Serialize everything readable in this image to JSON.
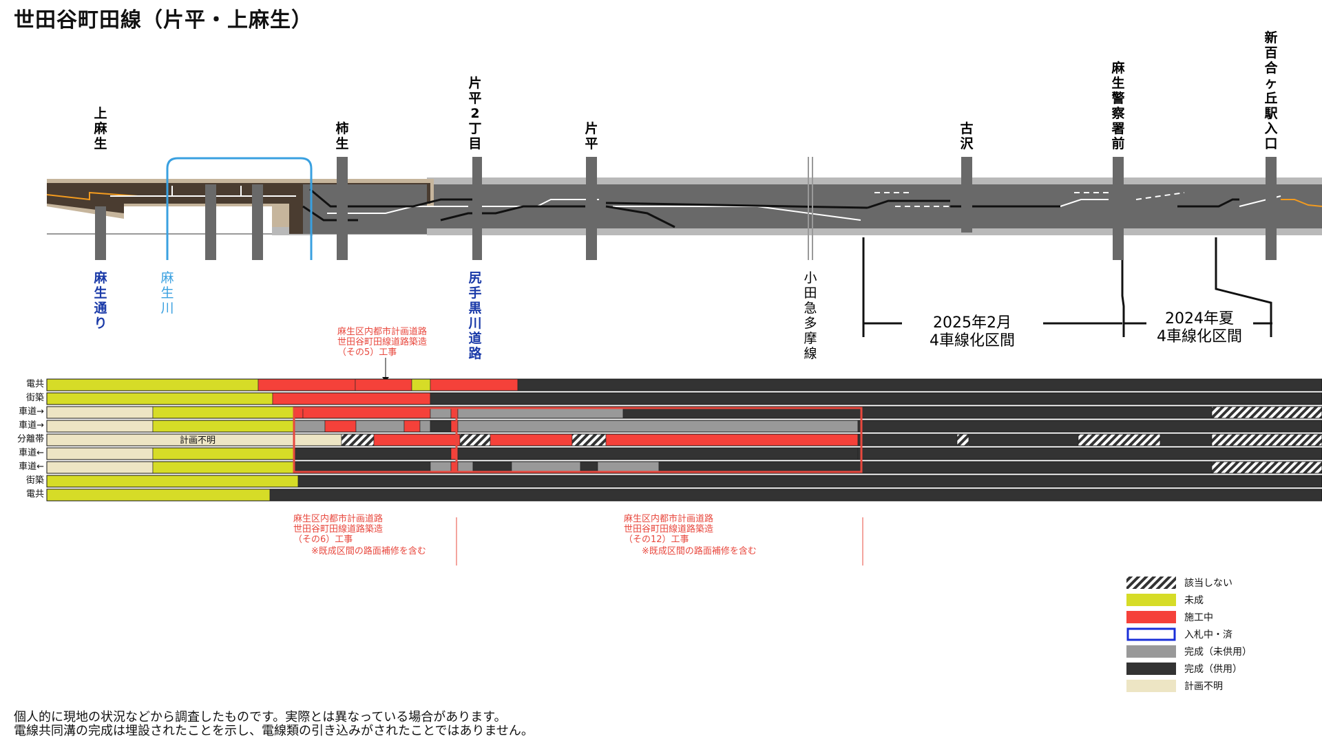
{
  "title": "世田谷町田線（片平・上麻生）",
  "stations": [
    "上麻生",
    "柿生",
    "片平2丁目",
    "片平",
    "古沢",
    "麻生警察署前",
    "新百合ヶ丘駅入口"
  ],
  "crossings": {
    "asao_dori": "麻生通り",
    "asao_river": "麻生川",
    "shiritegurokawa_road": "尻手黒川道路",
    "odakyu_tama": "小田急多摩線"
  },
  "phases": [
    {
      "title": "2025年2月",
      "subtitle": "4車線化区間"
    },
    {
      "title": "2024年夏",
      "subtitle": "4車線化区間"
    }
  ],
  "rows": [
    "電共",
    "街築",
    "車道→",
    "車道→",
    "分離帯",
    "車道←",
    "車道←",
    "街築",
    "電共"
  ],
  "table_notes": {
    "unknown": "計画不明",
    "contract5": [
      "麻生区内都市計画道路",
      "世田谷町田線道路築造",
      "（その5）工事"
    ],
    "contract6": [
      "麻生区内都市計画道路",
      "世田谷町田線道路築造",
      "（その6）工事",
      "※既成区間の路面補修を含む"
    ],
    "contract12": [
      "麻生区内都市計画道路",
      "世田谷町田線道路築造",
      "（その12）工事",
      "※既成区間の路面補修を含む"
    ]
  },
  "legend": [
    {
      "key": "na",
      "label": "該当しない",
      "color": "hatch"
    },
    {
      "key": "unbuilt",
      "label": "未成",
      "color": "#d6dc27"
    },
    {
      "key": "construction",
      "label": "施工中",
      "color": "#f5413a"
    },
    {
      "key": "bidding",
      "label": "入札中・済",
      "color": "outline-blue"
    },
    {
      "key": "done_unused",
      "label": "完成（未供用）",
      "color": "#999999"
    },
    {
      "key": "done_used",
      "label": "完成（供用）",
      "color": "#333333"
    },
    {
      "key": "unknown",
      "label": "計画不明",
      "color": "#ede5c4"
    }
  ],
  "footnotes": [
    "個人的に現地の状況などから調査したものです。実際とは異なっている場合があります。",
    "電線共同溝の完成は埋設されたことを示し、電線類の引き込みがされたことではありません。"
  ],
  "colors": {
    "road_dark": "#696969",
    "road_light": "#b9b9b9",
    "road_brown": "#4a3c30",
    "road_tan": "#c6b59c",
    "orange": "#f39b1f",
    "river_blue": "#39a0e0",
    "road_name_blue": "#1a3aa8",
    "note_red": "#e8483e"
  }
}
